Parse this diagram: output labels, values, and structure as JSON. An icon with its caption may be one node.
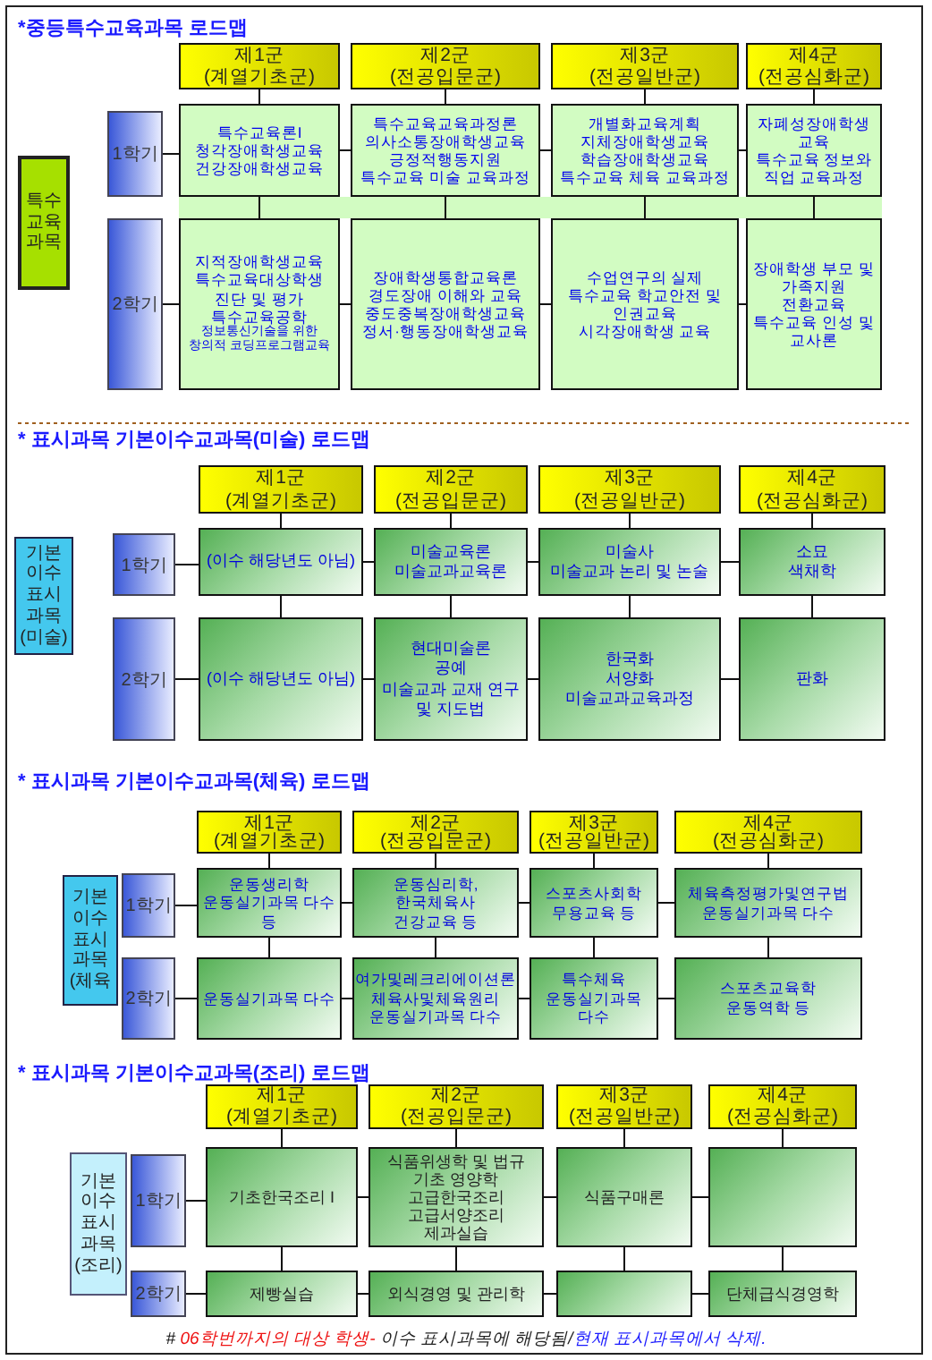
{
  "diagram": {
    "nodes": [
      {
        "text": [
          "특수 교육 과목"
        ]
      },
      {
        "text": [
          "제1군",
          "(계열기초군)"
        ]
      },
      {
        "text": [
          "제2군",
          "(전공입문군)"
        ]
      },
      {
        "text": [
          "제3군",
          "(전공일반군)"
        ]
      },
      {
        "text": [
          "제4군",
          "(전공심화군)"
        ]
      },
      {
        "text": [
          "1학기"
        ]
      },
      {
        "text": [
          "특수교육론I",
          "청각장애학생교육",
          "건강장애학생교육"
        ]
      },
      {
        "text": [
          "특수교육교육과정론",
          "의사소통장애학생교육",
          "긍정적행동지원",
          "특수교육 미술 교육과정"
        ]
      },
      {
        "text": [
          "개별화교육계획",
          "지체장애학생교육",
          "학습장애학생교육",
          "특수교육 체육 교육과정"
        ]
      },
      {
        "text": [
          "자폐성장애학생 교육",
          "특수교육 정보와 직업 교육과정"
        ]
      },
      {
        "text": [
          "2학기"
        ]
      },
      {
        "text": [
          "지적장애학생교육",
          "특수교육대상학생 진단 및 평가",
          "특수교육공학",
          "정보통신기술을 위한 창의적 코딩프로그램교육"
        ]
      },
      {
        "text": [
          "장애학생통합교육론",
          "경도장애 이해와 교육",
          "중도중복장애학생교육",
          "정서·행동장애학생교육"
        ]
      },
      {
        "text": [
          "수업연구의 실제",
          "특수교육 학교안전 및 인권교육",
          "시각장애학생 교육"
        ]
      },
      {
        "text": [
          "장애학생 부모 및 가족지원",
          "전환교육",
          "특수교육 인성 및 교사론"
        ]
      },
      {
        "text": [
          "기본 이수 표시 과목 (미술)"
        ]
      },
      {
        "text": [
          "제1군",
          "(계열기초군)"
        ]
      },
      {
        "text": [
          "제2군",
          "(전공입문군)"
        ]
      },
      {
        "text": [
          "제3군",
          "(전공일반군)"
        ]
      },
      {
        "text": [
          "제4군",
          "(전공심화군)"
        ]
      },
      {
        "text": [
          "1학기"
        ]
      },
      {
        "text": [
          "(이수 해당년도 아님)"
        ]
      },
      {
        "text": [
          "미술교육론",
          "미술교과교육론"
        ]
      },
      {
        "text": [
          "미술사",
          "미술교과 논리 및 논술"
        ]
      },
      {
        "text": [
          "소묘",
          "색채학"
        ]
      },
      {
        "text": [
          "2학기"
        ]
      },
      {
        "text": [
          "(이수 해당년도 아님)"
        ]
      },
      {
        "text": [
          "현대미술론",
          "공예",
          "미술교과 교재 연구 및 지도법"
        ]
      },
      {
        "text": [
          "한국화",
          "서양화",
          "미술교과교육과정"
        ]
      },
      {
        "text": [
          "판화"
        ]
      },
      {
        "text": [
          "기본 이수 표시 과목 (체육"
        ]
      },
      {
        "text": [
          "제1군",
          "(계열기초군)"
        ]
      },
      {
        "text": [
          "제2군",
          "(전공입문군)"
        ]
      },
      {
        "text": [
          "제3군",
          "(전공일반군)"
        ]
      },
      {
        "text": [
          "제4군",
          "(전공심화군)"
        ]
      },
      {
        "text": [
          "1학기"
        ]
      },
      {
        "text": [
          "운동생리학",
          "운동실기과목 다수 등"
        ]
      },
      {
        "text": [
          "운동심리학,",
          "한국체육사",
          "건강교육 등"
        ]
      },
      {
        "text": [
          "스포츠사회학",
          "무용교육 등"
        ]
      },
      {
        "text": [
          "체육측정평가및연구법",
          "운동실기과목 다수"
        ]
      },
      {
        "text": [
          "2학기"
        ]
      },
      {
        "text": [
          "운동실기과목 다수"
        ]
      },
      {
        "text": [
          "여가및레크리에이션론",
          "체육사및체육원리",
          "운동실기과목 다수"
        ]
      },
      {
        "text": [
          "특수체육",
          "운동실기과목 다수"
        ]
      },
      {
        "text": [
          "스포츠교육학",
          "운동역학 등"
        ]
      },
      {
        "text": [
          "기본 이수 표시 과목 (조리)"
        ]
      },
      {
        "text": [
          "제1군",
          "(계열기초군)"
        ]
      },
      {
        "text": [
          "제2군",
          "(전공입문군)"
        ]
      },
      {
        "text": [
          "제3군",
          "(전공일반군)"
        ]
      },
      {
        "text": [
          "제4군",
          "(전공심화군)"
        ]
      },
      {
        "text": [
          "1학기"
        ]
      },
      {
        "text": [
          "기초한국조리 I"
        ]
      },
      {
        "text": [
          "식품위생학 및 법규",
          "기초 영양학",
          "고급한국조리",
          "고급서양조리",
          "제과실습"
        ]
      },
      {
        "text": [
          "식품구매론"
        ]
      },
      {
        "text": [],
        "shape": "box"
      },
      {
        "text": [
          "2학기"
        ]
      },
      {
        "text": [
          "제빵실습"
        ]
      },
      {
        "text": [
          "외식경영 및 관리학"
        ]
      },
      {
        "text": [],
        "shape": "box"
      },
      {
        "text": [
          "단체급식경영학"
        ]
      }
    ],
    "edges": [
      {
        "from": 1,
        "to": 6,
        "arrow": "none"
      },
      {
        "from": 2,
        "to": 7,
        "arrow": "none"
      },
      {
        "from": 3,
        "to": 8,
        "arrow": "none"
      },
      {
        "from": 4,
        "to": 9,
        "arrow": "none"
      },
      {
        "from": 5,
        "to": 6,
        "arrow": "none"
      },
      {
        "from": 6,
        "to": 7,
        "arrow": "none"
      },
      {
        "from": 7,
        "to": 8,
        "arrow": "none"
      },
      {
        "from": 8,
        "to": 9,
        "arrow": "none"
      },
      {
        "from": 6,
        "to": 11,
        "arrow": "none"
      },
      {
        "from": 7,
        "to": 12,
        "arrow": "none"
      },
      {
        "from": 8,
        "to": 13,
        "arrow": "none"
      },
      {
        "from": 9,
        "to": 14,
        "arrow": "none"
      },
      {
        "from": 10,
        "to": 11,
        "arrow": "none"
      },
      {
        "from": 11,
        "to": 12,
        "arrow": "none"
      },
      {
        "from": 12,
        "to": 13,
        "arrow": "none"
      },
      {
        "from": 13,
        "to": 14,
        "arrow": "none"
      },
      {
        "from": 16,
        "to": 21,
        "arrow": "none"
      },
      {
        "from": 17,
        "to": 22,
        "arrow": "none"
      },
      {
        "from": 18,
        "to": 23,
        "arrow": "none"
      },
      {
        "from": 19,
        "to": 24,
        "arrow": "none"
      },
      {
        "from": 20,
        "to": 21,
        "arrow": "none"
      },
      {
        "from": 21,
        "to": 22,
        "arrow": "none"
      },
      {
        "from": 22,
        "to": 23,
        "arrow": "none"
      },
      {
        "from": 23,
        "to": 24,
        "arrow": "none"
      },
      {
        "from": 21,
        "to": 26,
        "arrow": "none"
      },
      {
        "from": 22,
        "to": 27,
        "arrow": "none"
      },
      {
        "from": 23,
        "to": 28,
        "arrow": "none"
      },
      {
        "from": 24,
        "to": 29,
        "arrow": "none"
      },
      {
        "from": 25,
        "to": 26,
        "arrow": "none"
      },
      {
        "from": 26,
        "to": 27,
        "arrow": "none"
      },
      {
        "from": 27,
        "to": 28,
        "arrow": "none"
      },
      {
        "from": 28,
        "to": 29,
        "arrow": "none"
      },
      {
        "from": 31,
        "to": 36,
        "arrow": "none"
      },
      {
        "from": 32,
        "to": 37,
        "arrow": "none"
      },
      {
        "from": 33,
        "to": 38,
        "arrow": "none"
      },
      {
        "from": 34,
        "to": 39,
        "arrow": "none"
      },
      {
        "from": 35,
        "to": 36,
        "arrow": "none"
      },
      {
        "from": 36,
        "to": 37,
        "arrow": "none"
      },
      {
        "from": 37,
        "to": 38,
        "arrow": "none"
      },
      {
        "from": 38,
        "to": 39,
        "arrow": "none"
      },
      {
        "from": 36,
        "to": 41,
        "arrow": "none"
      },
      {
        "from": 37,
        "to": 42,
        "arrow": "none"
      },
      {
        "from": 38,
        "to": 43,
        "arrow": "none"
      },
      {
        "from": 39,
        "to": 44,
        "arrow": "none"
      },
      {
        "from": 40,
        "to": 41,
        "arrow": "none"
      },
      {
        "from": 41,
        "to": 42,
        "arrow": "none"
      },
      {
        "from": 42,
        "to": 43,
        "arrow": "none"
      },
      {
        "from": 43,
        "to": 44,
        "arrow": "none"
      },
      {
        "from": 46,
        "to": 51,
        "arrow": "none"
      },
      {
        "from": 47,
        "to": 52,
        "arrow": "none"
      },
      {
        "from": 48,
        "to": 53,
        "arrow": "none"
      },
      {
        "from": 49,
        "to": 54,
        "arrow": "none"
      },
      {
        "from": 50,
        "to": 51,
        "arrow": "none"
      },
      {
        "from": 51,
        "to": 52,
        "arrow": "none"
      },
      {
        "from": 52,
        "to": 53,
        "arrow": "none"
      },
      {
        "from": 53,
        "to": 54,
        "arrow": "none"
      },
      {
        "from": 51,
        "to": 56,
        "arrow": "none"
      },
      {
        "from": 52,
        "to": 57,
        "arrow": "none"
      },
      {
        "from": 53,
        "to": 58,
        "arrow": "none"
      },
      {
        "from": 54,
        "to": 59,
        "arrow": "none"
      },
      {
        "from": 55,
        "to": 56,
        "arrow": "none"
      },
      {
        "from": 56,
        "to": 57,
        "arrow": "none"
      },
      {
        "from": 57,
        "to": 58,
        "arrow": "none"
      },
      {
        "from": 58,
        "to": 59,
        "arrow": "none"
      }
    ],
    "labels": [
      "*중등특수교육과목 로드맵",
      "* 표시과목 기본이수교과목(미술) 로드맵",
      "* 표시과목 기본이수교과목(체육) 로드맵",
      "* 표시과목 기본이수교과목(조리) 로드맵",
      "#",
      "06학번까지의 대상 학생-",
      "이수 표시과목에 해당됨/",
      "현재 표시과목에서 삭제."
    ]
  }
}
